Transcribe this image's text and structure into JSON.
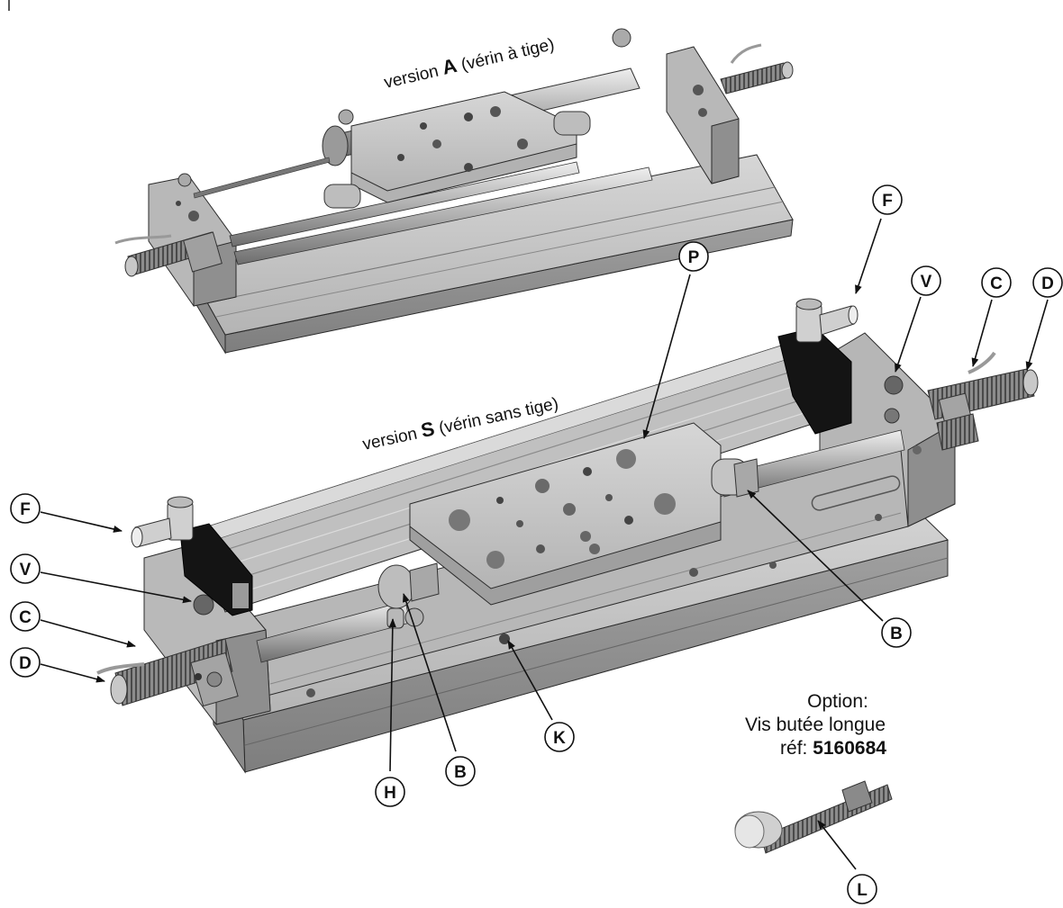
{
  "captions": {
    "version_a": {
      "prefix": "version ",
      "letter": "A",
      "suffix": " (vérin à tige)"
    },
    "version_s": {
      "prefix": "version ",
      "letter": "S",
      "suffix": " (vérin sans tige)"
    }
  },
  "option": {
    "line1": "Option:",
    "line2": "Vis butée longue",
    "ref_prefix": "réf: ",
    "ref_number": "5160684"
  },
  "callouts": {
    "F_top": "F",
    "P": "P",
    "V_right": "V",
    "C_right": "C",
    "D_right": "D",
    "F_left": "F",
    "V_left": "V",
    "C_left": "C",
    "D_left": "D",
    "B_right": "B",
    "K": "K",
    "B_bottom": "B",
    "H": "H",
    "L": "L"
  },
  "colors": {
    "metal_light": "#c9c9c9",
    "metal_mid": "#a8a8a8",
    "metal_dark": "#7a7a7a",
    "bracket_black": "#111111",
    "outline": "#2a2a2a"
  }
}
